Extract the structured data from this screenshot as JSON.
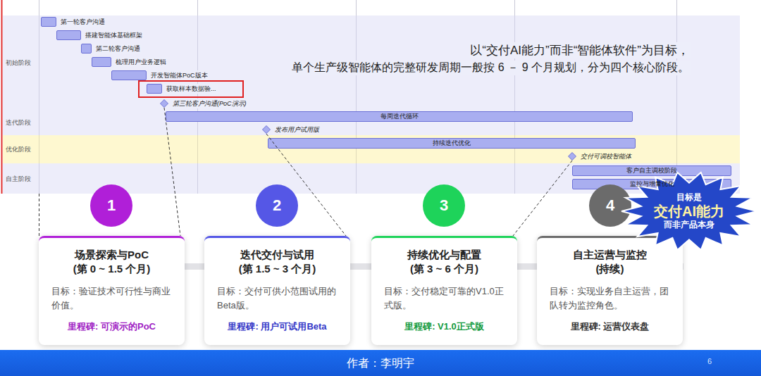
{
  "diagram": {
    "nodes": [
      {
        "text": [
          "初始阶段"
        ]
      },
      {
        "text": [
          "第一轮客户沟通"
        ],
        "in": 0
      },
      {
        "text": [
          "搭建智能体基础框架"
        ],
        "in": 0
      },
      {
        "text": [
          "第二轮客户沟通"
        ],
        "in": 0
      },
      {
        "text": [
          "梳理用户业务逻辑"
        ],
        "in": 0
      },
      {
        "text": [
          "开发智能体PoC版本"
        ],
        "in": 0
      },
      {
        "text": [
          "获取样本数据验..."
        ],
        "in": 0
      },
      {
        "text": [
          "第三轮客户沟通(PoC演示)"
        ],
        "in": 0
      },
      {
        "text": [
          "迭代阶段"
        ]
      },
      {
        "text": [
          "每周迭代循环"
        ],
        "in": 8
      },
      {
        "text": [
          "发布用户试用版"
        ],
        "in": 8
      },
      {
        "text": [
          "优化阶段"
        ]
      },
      {
        "text": [
          "持续迭代优化"
        ],
        "in": 11
      },
      {
        "text": [
          "交付可调校智能体"
        ],
        "in": 11
      },
      {
        "text": [
          "自主阶段"
        ]
      },
      {
        "text": [
          "客户自主调校阶段"
        ],
        "in": 14
      },
      {
        "text": [
          "监控与增量优化"
        ],
        "in": 14
      },
      {
        "text": [
          "1"
        ]
      },
      {
        "text": [
          "场景探索与PoC",
          "(第 0 ~ 1.5 个月)",
          "目标：验证技术可行性与商业价值。",
          "里程碑: 可演示的PoC"
        ]
      },
      {
        "text": [
          "2"
        ]
      },
      {
        "text": [
          "迭代交付与试用",
          "(第 1.5 ~ 3 个月)",
          "目标：交付可供小范围试用的Beta版。",
          "里程碑: 用户可试用Beta"
        ]
      },
      {
        "text": [
          "3"
        ]
      },
      {
        "text": [
          "持续优化与配置",
          "(第 3 ~ 6 个月)",
          "目标：交付稳定可靠的V1.0正式版。",
          "里程碑: V1.0正式版"
        ]
      },
      {
        "text": [
          "4"
        ]
      },
      {
        "text": [
          "自主运营与监控",
          "(持续)",
          "目标：实现业务自主运营，团队转为监控角色。",
          "里程碑: 运营仪表盘"
        ]
      },
      {
        "text": [
          "目标是",
          "交付AI能力",
          "而非产品本身"
        ]
      },
      {
        "text": [
          "作者：李明宇",
          "6"
        ]
      }
    ],
    "edges": [
      {
        "from": 7,
        "to": 18,
        "arrow": "none"
      },
      {
        "from": 10,
        "to": 20,
        "arrow": "none"
      },
      {
        "from": 13,
        "to": 22,
        "arrow": "none"
      }
    ],
    "labels": [
      "以“交付AI能力”而非“智能体软件”为目标，",
      "单个生产级智能体的完整研发周期一般按 6 － 9 个月规划，分为四个核心阶段。"
    ]
  }
}
